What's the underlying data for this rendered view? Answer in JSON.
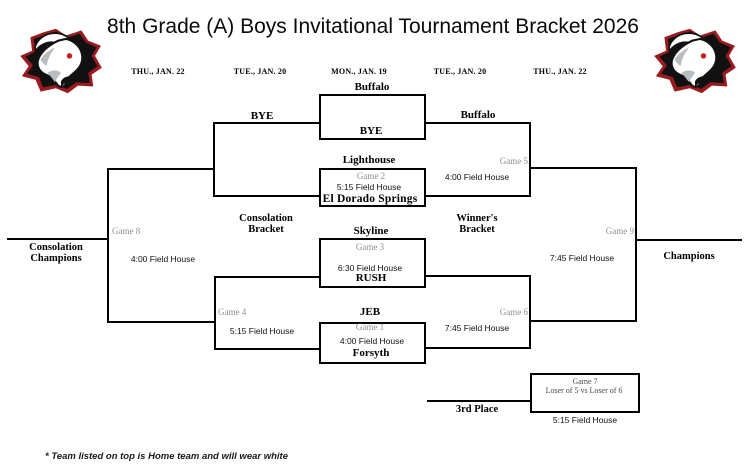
{
  "title": "8th Grade (A) Boys Invitational Tournament Bracket 2026",
  "dates": [
    "THU., JAN. 22",
    "TUE., JAN. 20",
    "MON., JAN. 19",
    "TUE., JAN. 20",
    "THU., JAN. 22"
  ],
  "icons": {
    "left_logo": "buffalo-head-logo",
    "right_logo": "buffalo-head-logo"
  },
  "colors": {
    "line": "#000000",
    "game_label_gray": "#8c9196",
    "logo_red": "#9a1b1f",
    "logo_black": "#111111"
  },
  "round1": {
    "match1": {
      "top": "Buffalo",
      "bottom": "BYE"
    },
    "match2": {
      "top": "Lighthouse",
      "game": "Game 2",
      "time": "5:15 Field House",
      "bottom": "El Dorado Springs"
    },
    "match3": {
      "top": "Skyline",
      "game": "Game 3",
      "time": "6:30 Field House",
      "bottom": "RUSH"
    },
    "match4": {
      "top": "JEB",
      "game": "Game 1",
      "time": "4:00 Field House",
      "bottom": "Forsyth"
    }
  },
  "consolation": {
    "bye_label": "BYE",
    "bracket_label_line1": "Consolation",
    "bracket_label_line2": "Bracket",
    "game4": {
      "label": "Game 4",
      "time": "5:15 Field House"
    },
    "game8": {
      "label": "Game 8",
      "time": "4:00 Field House"
    },
    "champion_line1": "Consolation",
    "champion_line2": "Champions"
  },
  "winners": {
    "advancing_team": "Buffalo",
    "bracket_label_line1": "Winner's",
    "bracket_label_line2": "Bracket",
    "game5": {
      "label": "Game 5",
      "time": "4:00 Field House"
    },
    "game6": {
      "label": "Game 6",
      "time": "7:45 Field House"
    },
    "game9": {
      "label": "Game 9",
      "time": "7:45 Field House"
    },
    "champion_label": "Champions"
  },
  "third_place": {
    "label": "3rd Place",
    "game": "Game 7",
    "matchup": "Loser of 5 vs Loser of 6",
    "time": "5:15 Field House"
  },
  "footnote": "* Team listed on top is Home team and will wear white"
}
